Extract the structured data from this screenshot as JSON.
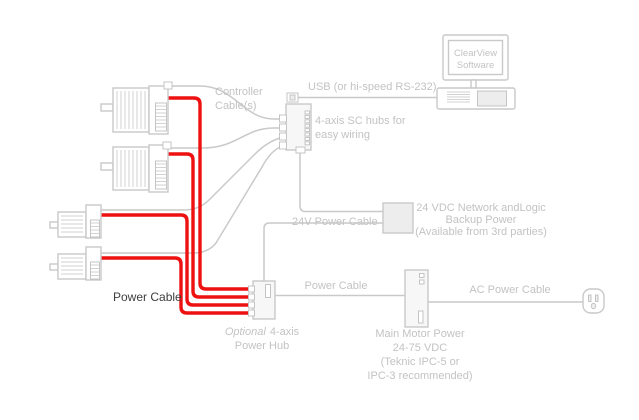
{
  "colors": {
    "cable_red": "#ee1111",
    "line_gray": "#c9c9c9",
    "fill_light": "#f7f7f7",
    "fill_box": "#ededed",
    "label_gray": "#c3c3c3",
    "label_dark": "#3d3d3d"
  },
  "labels": {
    "controller_cables": [
      "Controller",
      "Cable(s)"
    ],
    "usb": "USB (or hi-speed RS-232)",
    "clearview": [
      "ClearView",
      "Software"
    ],
    "sc_hub": [
      "4-axis SC hubs for",
      "easy wiring"
    ],
    "v24_cable": "24V Power Cable",
    "backup_power": [
      "24 VDC Network andLogic",
      "Backup Power",
      "(Available from 3rd parties)"
    ],
    "motor_power_cable": "Power Cable",
    "hub_power_cable": "Power Cable",
    "ac_power_cable": "AC Power Cable",
    "power_hub": {
      "line1_italic": "Optional",
      "line1_rest": "4-axis",
      "line2": "Power Hub"
    },
    "main_power": [
      "Main Motor Power",
      "24-75 VDC",
      "(Teknic IPC-5 or",
      "IPC-3 recommended)"
    ]
  }
}
